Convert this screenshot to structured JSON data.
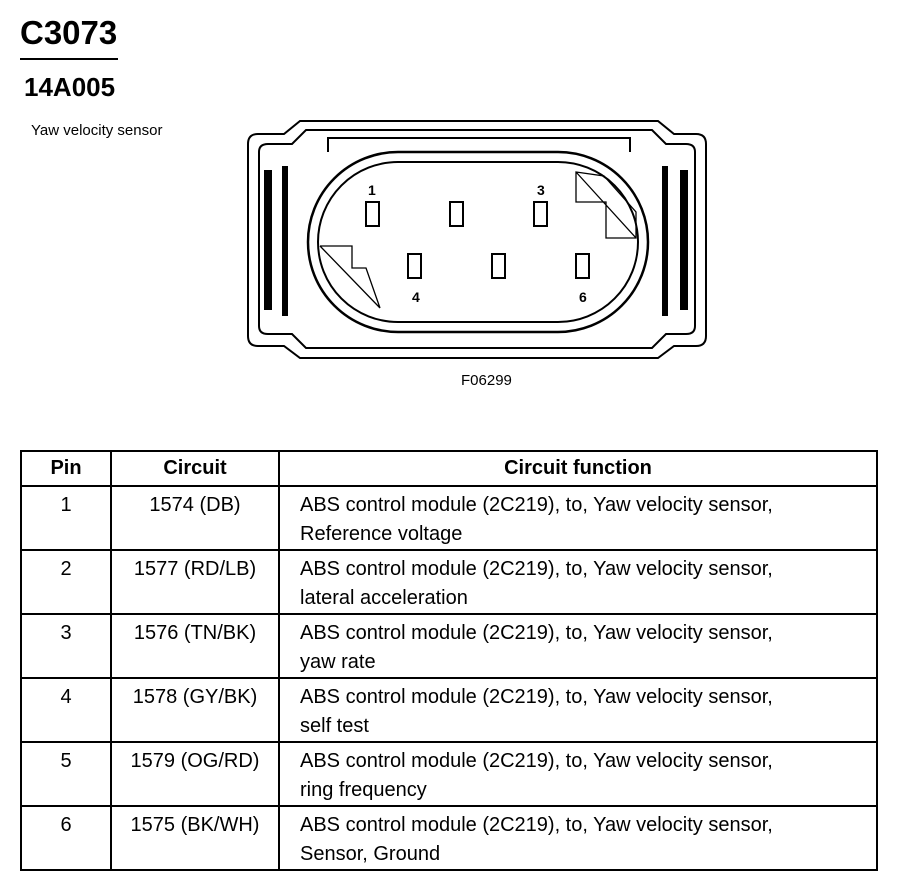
{
  "connector": {
    "id": "C3073",
    "part_number": "14A005",
    "description": "Yaw velocity sensor",
    "figure_id": "F06299",
    "pin_labels": [
      "1",
      "3",
      "4",
      "6"
    ]
  },
  "table": {
    "headers": {
      "pin": "Pin",
      "circuit": "Circuit",
      "function": "Circuit function"
    },
    "rows": [
      {
        "pin": "1",
        "circuit": "1574 (DB)",
        "func_line1": "ABS control module (2C219), to, Yaw velocity sensor,",
        "func_line2": "Reference voltage"
      },
      {
        "pin": "2",
        "circuit": "1577 (RD/LB)",
        "func_line1": "ABS control module (2C219), to, Yaw velocity sensor,",
        "func_line2": "lateral acceleration"
      },
      {
        "pin": "3",
        "circuit": "1576 (TN/BK)",
        "func_line1": "ABS control module (2C219), to, Yaw velocity sensor,",
        "func_line2": "yaw rate"
      },
      {
        "pin": "4",
        "circuit": "1578 (GY/BK)",
        "func_line1": "ABS control module (2C219), to, Yaw velocity sensor,",
        "func_line2": "self test"
      },
      {
        "pin": "5",
        "circuit": "1579 (OG/RD)",
        "func_line1": "ABS control module (2C219), to, Yaw velocity sensor,",
        "func_line2": "ring frequency"
      },
      {
        "pin": "6",
        "circuit": "1575 (BK/WH)",
        "func_line1": "ABS control module (2C219), to, Yaw velocity sensor,",
        "func_line2": "Sensor, Ground"
      }
    ]
  }
}
